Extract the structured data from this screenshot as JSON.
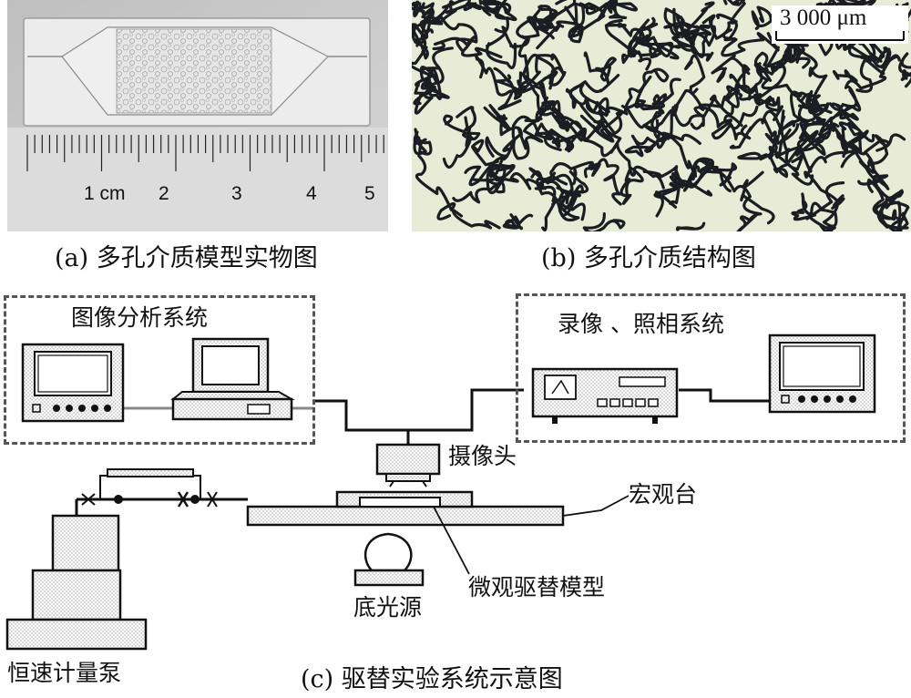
{
  "panel_a": {
    "caption": "(a) 多孔介质模型实物图",
    "ruler_labels": [
      "1 cm",
      "2",
      "3",
      "4",
      "5"
    ]
  },
  "panel_b": {
    "caption": "(b) 多孔介质结构图",
    "scale_bar": "3 000 μm"
  },
  "panel_c": {
    "caption": "(c) 驱替实验系统示意图",
    "image_analysis_system": "图像分析系统",
    "recording_system": "录像 、照相系统",
    "camera": "摄像头",
    "macro_stage": "宏观台",
    "micro_model": "微观驱替模型",
    "light_source": "底光源",
    "pump": "恒速计量泵"
  },
  "colors": {
    "dash_border": "#555555",
    "photo_bg": "#c9c9c9",
    "microscope_bg": "#e8ecd6",
    "pore_line": "#1b1d22"
  }
}
